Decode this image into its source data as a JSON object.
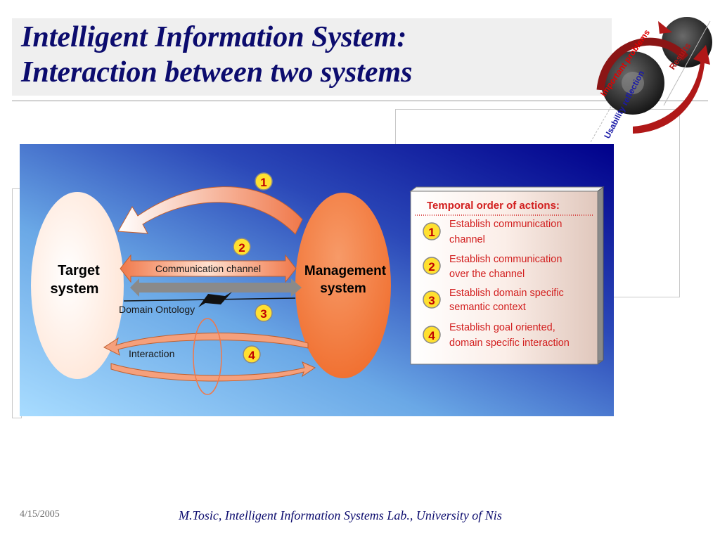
{
  "slide": {
    "title_line1": "Intelligent Information System:",
    "title_line2": "Interaction between two systems",
    "footer_date": "4/15/2005",
    "footer_credit": "M.Tosic, Intelligent Information Systems Lab., University of Nis"
  },
  "logo": {
    "important_problems": "Important problems",
    "usability_reflection": "Usability reflection",
    "results": "Results"
  },
  "diagram": {
    "target_line1": "Target",
    "target_line2": "system",
    "management_line1": "Management",
    "management_line2": "system",
    "communication_channel": "Communication channel",
    "domain_ontology": "Domain Ontology",
    "interaction": "Interaction",
    "badges": [
      "1",
      "2",
      "3",
      "4"
    ],
    "panel_title": "Temporal order of actions:",
    "steps": [
      {
        "num": "1",
        "line1": "Establish communication",
        "line2": "channel"
      },
      {
        "num": "2",
        "line1": "Establish communication",
        "line2": "over the channel"
      },
      {
        "num": "3",
        "line1": "Establish domain specific",
        "line2": "semantic context"
      },
      {
        "num": "4",
        "line1": "Establish goal oriented,",
        "line2": "domain specific interaction"
      }
    ]
  },
  "colors": {
    "title_text": "#0c0c6e",
    "diagram_bg_dark": "#00008b",
    "diagram_bg_light": "#a8dcff",
    "orange": "#f07a40",
    "step_text": "#d21e1e"
  }
}
